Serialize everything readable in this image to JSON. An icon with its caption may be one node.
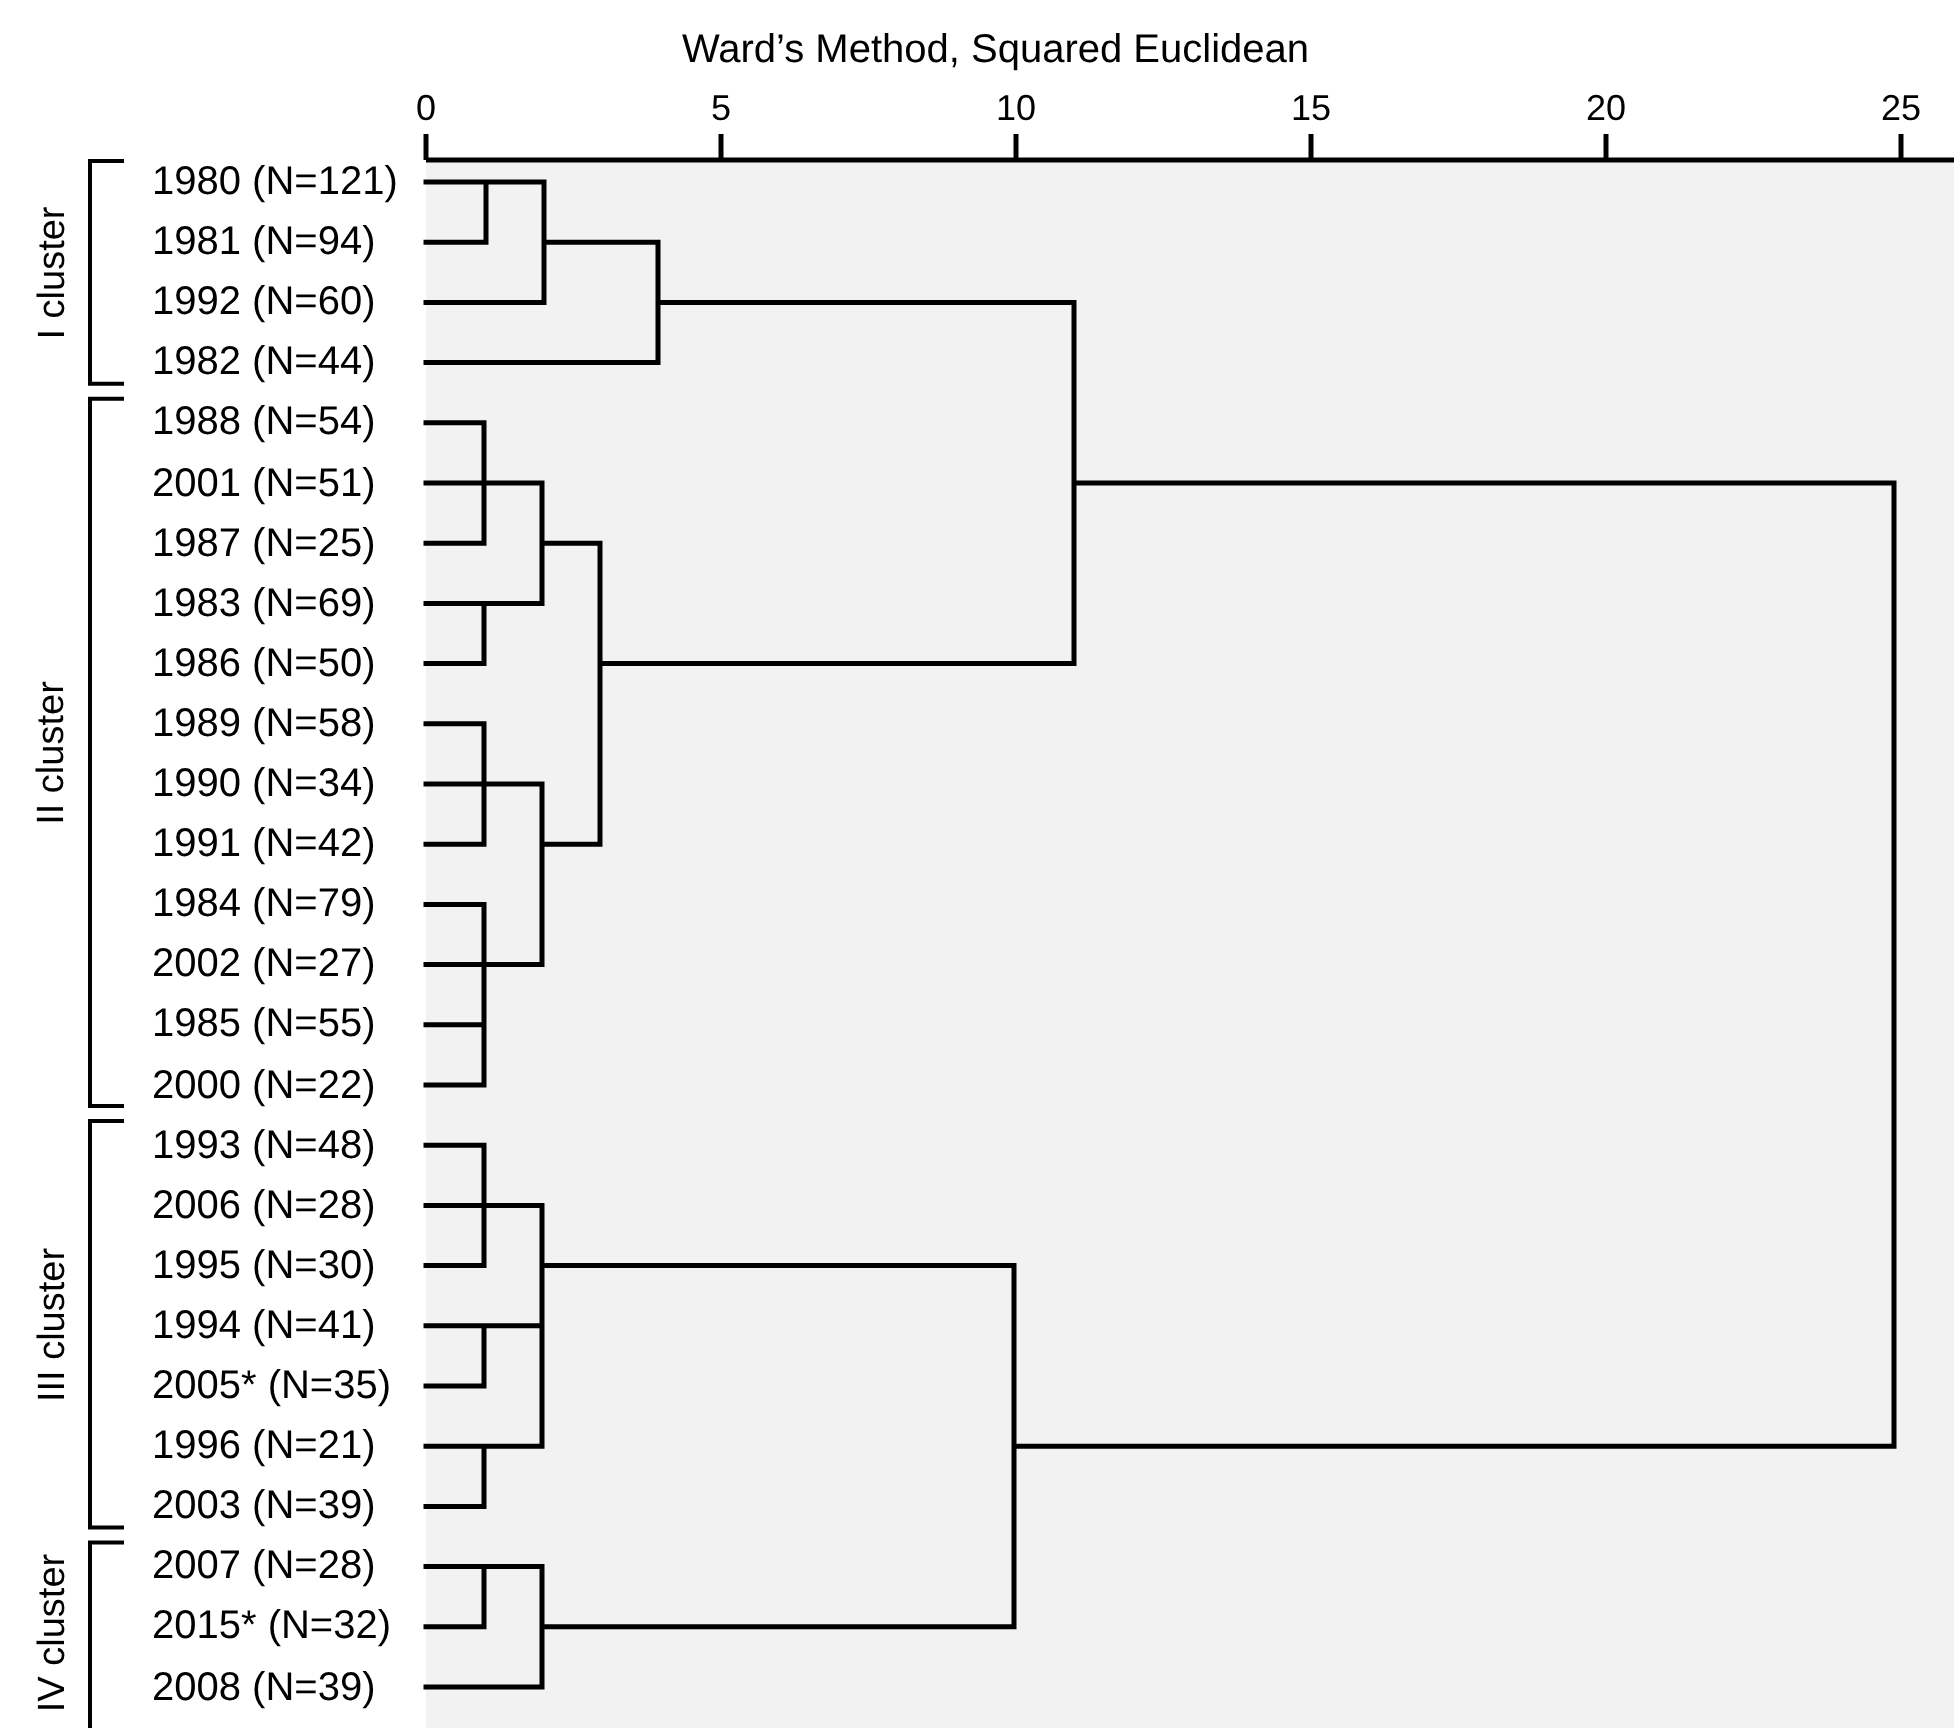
{
  "diagram": {
    "title": "Ward’s Method, Squared Euclidean",
    "labels": [
      "0",
      "5",
      "10",
      "15",
      "20",
      "25",
      "1980 (N=121)",
      "1981 (N=94)",
      "1992 (N=60)",
      "1982 (N=44)",
      "1988 (N=54)",
      "2001 (N=51)",
      "1987 (N=25)",
      "1983 (N=69)",
      "1986 (N=50)",
      "1989 (N=58)",
      "1990 (N=34)",
      "1991 (N=42)",
      "1984 (N=79)",
      "2002 (N=27)",
      "1985 (N=55)",
      "2000 (N=22)",
      "1993 (N=48)",
      "2006 (N=28)",
      "1995 (N=30)",
      "1994 (N=41)",
      "2005* (N=35)",
      "1996 (N=21)",
      "2003 (N=39)",
      "2007 (N=28)",
      "2015* (N=32)",
      "2008 (N=39)",
      "I cluster",
      "II cluster",
      "III cluster",
      "IV cluster"
    ]
  }
}
